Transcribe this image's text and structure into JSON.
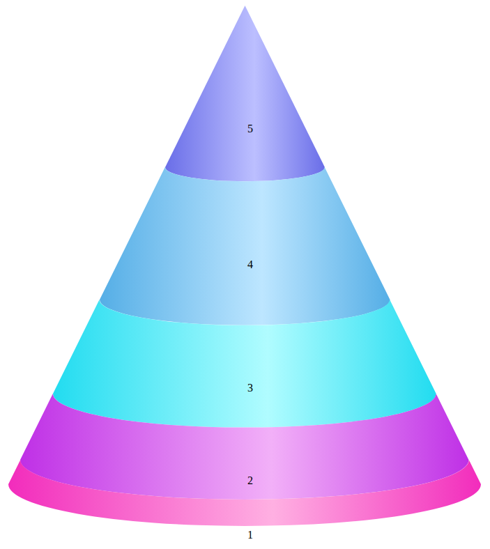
{
  "diagram": {
    "nodes": [
      {
        "text": [
          "5"
        ]
      },
      {
        "text": [
          "4"
        ]
      },
      {
        "text": [
          "3"
        ]
      },
      {
        "text": [
          "2"
        ]
      },
      {
        "text": [
          "1"
        ]
      }
    ]
  }
}
